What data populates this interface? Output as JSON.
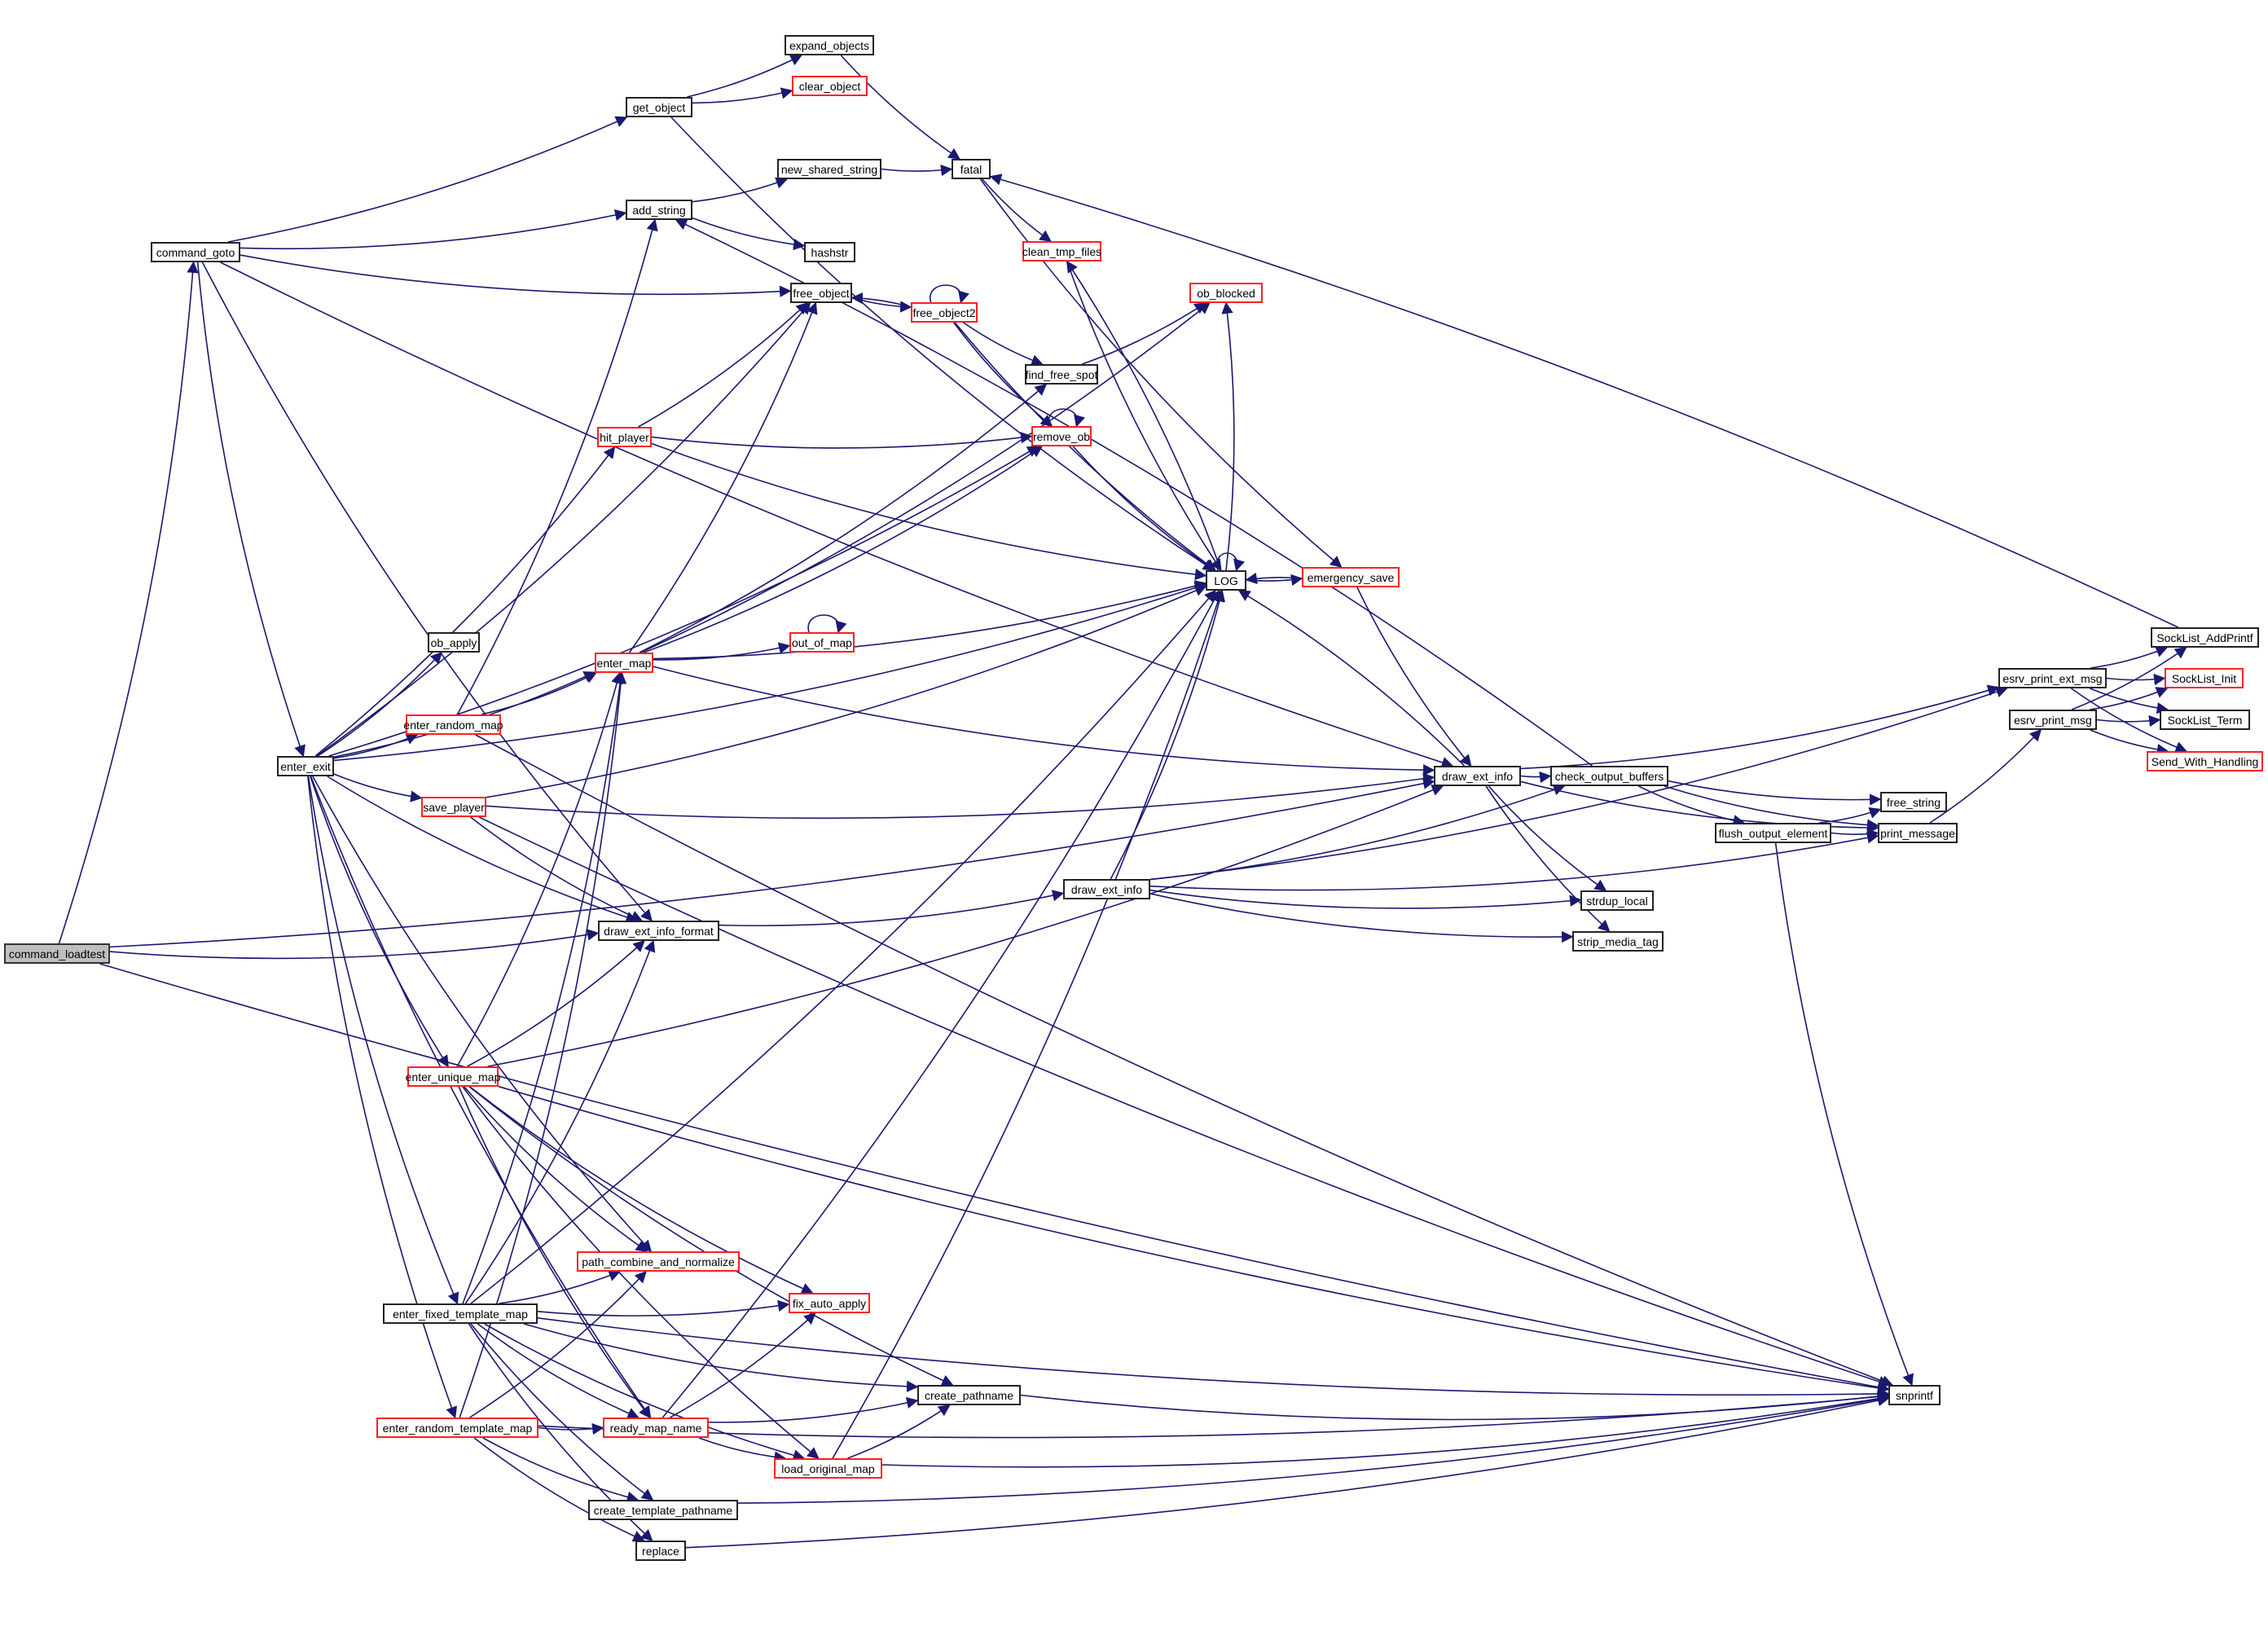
{
  "diagram": {
    "type": "call-graph",
    "edge_color": "#191970",
    "colors": {
      "normal_border": "#222222",
      "truncated_border": "#ff2020",
      "root_fill": "#bfbfbf"
    },
    "nodes": [
      {
        "id": "command_loadtest",
        "label": "command_loadtest",
        "style": "root"
      },
      {
        "id": "command_goto",
        "label": "command_goto",
        "style": "normal"
      },
      {
        "id": "get_object",
        "label": "get_object",
        "style": "normal"
      },
      {
        "id": "expand_objects",
        "label": "expand_objects",
        "style": "normal"
      },
      {
        "id": "clear_object",
        "label": "clear_object",
        "style": "red"
      },
      {
        "id": "add_string",
        "label": "add_string",
        "style": "normal"
      },
      {
        "id": "new_shared_string",
        "label": "new_shared_string",
        "style": "normal"
      },
      {
        "id": "fatal",
        "label": "fatal",
        "style": "normal"
      },
      {
        "id": "hashstr",
        "label": "hashstr",
        "style": "normal"
      },
      {
        "id": "free_object",
        "label": "free_object",
        "style": "normal"
      },
      {
        "id": "free_object2",
        "label": "free_object2",
        "style": "red"
      },
      {
        "id": "clean_tmp_files",
        "label": "clean_tmp_files",
        "style": "red"
      },
      {
        "id": "ob_blocked",
        "label": "ob_blocked",
        "style": "red"
      },
      {
        "id": "find_free_spot",
        "label": "find_free_spot",
        "style": "normal"
      },
      {
        "id": "remove_ob",
        "label": "remove_ob",
        "style": "red"
      },
      {
        "id": "hit_player",
        "label": "hit_player",
        "style": "red"
      },
      {
        "id": "LOG",
        "label": "LOG",
        "style": "normal"
      },
      {
        "id": "emergency_save",
        "label": "emergency_save",
        "style": "red"
      },
      {
        "id": "ob_apply",
        "label": "ob_apply",
        "style": "normal"
      },
      {
        "id": "out_of_map",
        "label": "out_of_map",
        "style": "red"
      },
      {
        "id": "enter_map",
        "label": "enter_map",
        "style": "red"
      },
      {
        "id": "enter_random_map",
        "label": "enter_random_map",
        "style": "red"
      },
      {
        "id": "enter_exit",
        "label": "enter_exit",
        "style": "normal"
      },
      {
        "id": "save_player",
        "label": "save_player",
        "style": "red"
      },
      {
        "id": "draw_ext_info",
        "label": "draw_ext_info",
        "style": "normal"
      },
      {
        "id": "check_output_buffers",
        "label": "check_output_buffers",
        "style": "normal"
      },
      {
        "id": "free_string",
        "label": "free_string",
        "style": "normal"
      },
      {
        "id": "flush_output_element",
        "label": "flush_output_element",
        "style": "normal"
      },
      {
        "id": "print_message",
        "label": "print_message",
        "style": "normal"
      },
      {
        "id": "esrv_print_ext_msg",
        "label": "esrv_print_ext_msg",
        "style": "normal"
      },
      {
        "id": "esrv_print_msg",
        "label": "esrv_print_msg",
        "style": "normal"
      },
      {
        "id": "SockList_AddPrintf",
        "label": "SockList_AddPrintf",
        "style": "normal"
      },
      {
        "id": "SockList_Init",
        "label": "SockList_Init",
        "style": "red"
      },
      {
        "id": "SockList_Term",
        "label": "SockList_Term",
        "style": "normal"
      },
      {
        "id": "Send_With_Handling",
        "label": "Send_With_Handling",
        "style": "red"
      },
      {
        "id": "draw_ext_info_format",
        "label": "draw_ext_info_format",
        "style": "normal"
      },
      {
        "id": "draw_ext_info_2",
        "label": "draw_ext_info",
        "style": "normal"
      },
      {
        "id": "strdup_local",
        "label": "strdup_local",
        "style": "normal"
      },
      {
        "id": "strip_media_tag",
        "label": "strip_media_tag",
        "style": "normal"
      },
      {
        "id": "enter_unique_map",
        "label": "enter_unique_map",
        "style": "red"
      },
      {
        "id": "path_combine_and_normalize",
        "label": "path_combine_and_normalize",
        "style": "red"
      },
      {
        "id": "enter_fixed_template_map",
        "label": "enter_fixed_template_map",
        "style": "normal"
      },
      {
        "id": "fix_auto_apply",
        "label": "fix_auto_apply",
        "style": "red"
      },
      {
        "id": "create_pathname",
        "label": "create_pathname",
        "style": "normal"
      },
      {
        "id": "snprintf",
        "label": "snprintf",
        "style": "normal"
      },
      {
        "id": "enter_random_template_map",
        "label": "enter_random_template_map",
        "style": "red"
      },
      {
        "id": "ready_map_name",
        "label": "ready_map_name",
        "style": "red"
      },
      {
        "id": "load_original_map",
        "label": "load_original_map",
        "style": "red"
      },
      {
        "id": "create_template_pathname",
        "label": "create_template_pathname",
        "style": "normal"
      },
      {
        "id": "replace",
        "label": "replace",
        "style": "normal"
      }
    ]
  }
}
